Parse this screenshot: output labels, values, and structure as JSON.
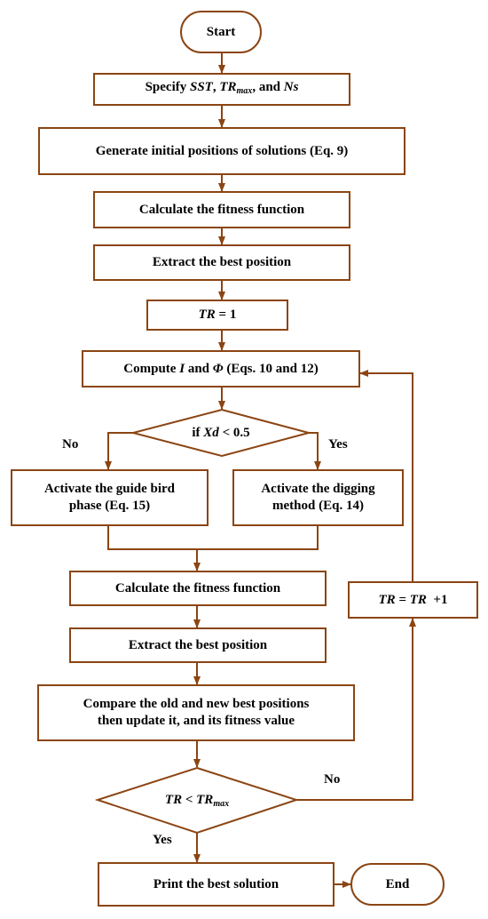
{
  "colors": {
    "stroke": "#8b4513",
    "text": "#000000",
    "background": "#ffffff"
  },
  "start": "Start",
  "end": "End",
  "specify": {
    "prefix": "Specify ",
    "sst": "SST",
    "sep1": ", ",
    "tr": "TR",
    "tr_sub": "max",
    "sep2": ", and ",
    "ns": "Ns"
  },
  "generate": "Generate initial positions of solutions (Eq. 9)",
  "calc_fitness_1": "Calculate the fitness function",
  "extract_best_1": "Extract the best position",
  "tr_init": {
    "tr": "TR",
    "rest": " = 1"
  },
  "compute": {
    "prefix": "Compute ",
    "i": "I",
    "mid": " and ",
    "phi": "Φ",
    "suffix": " (Eqs. 10 and 12)"
  },
  "decision1": {
    "prefix": "if ",
    "xd": "Xd",
    "suffix": " < 0.5",
    "no": "No",
    "yes": "Yes"
  },
  "guide_bird": {
    "line1": "Activate the guide bird",
    "line2": "phase (Eq. 15)"
  },
  "digging": {
    "line1": "Activate the digging",
    "line2": "method (Eq. 14)"
  },
  "calc_fitness_2": "Calculate the fitness function",
  "extract_best_2": "Extract the best position",
  "compare": {
    "line1": "Compare the old and new best positions",
    "line2": "then update it, and its fitness value"
  },
  "decision2": {
    "tr": "TR",
    "lt": " < ",
    "trmax": "TR",
    "trmax_sub": "max",
    "no": "No",
    "yes": "Yes"
  },
  "tr_increment": {
    "tr1": "TR",
    "eq": " = ",
    "tr2": "TR",
    "plus": "  +1"
  },
  "print": "Print the best solution"
}
